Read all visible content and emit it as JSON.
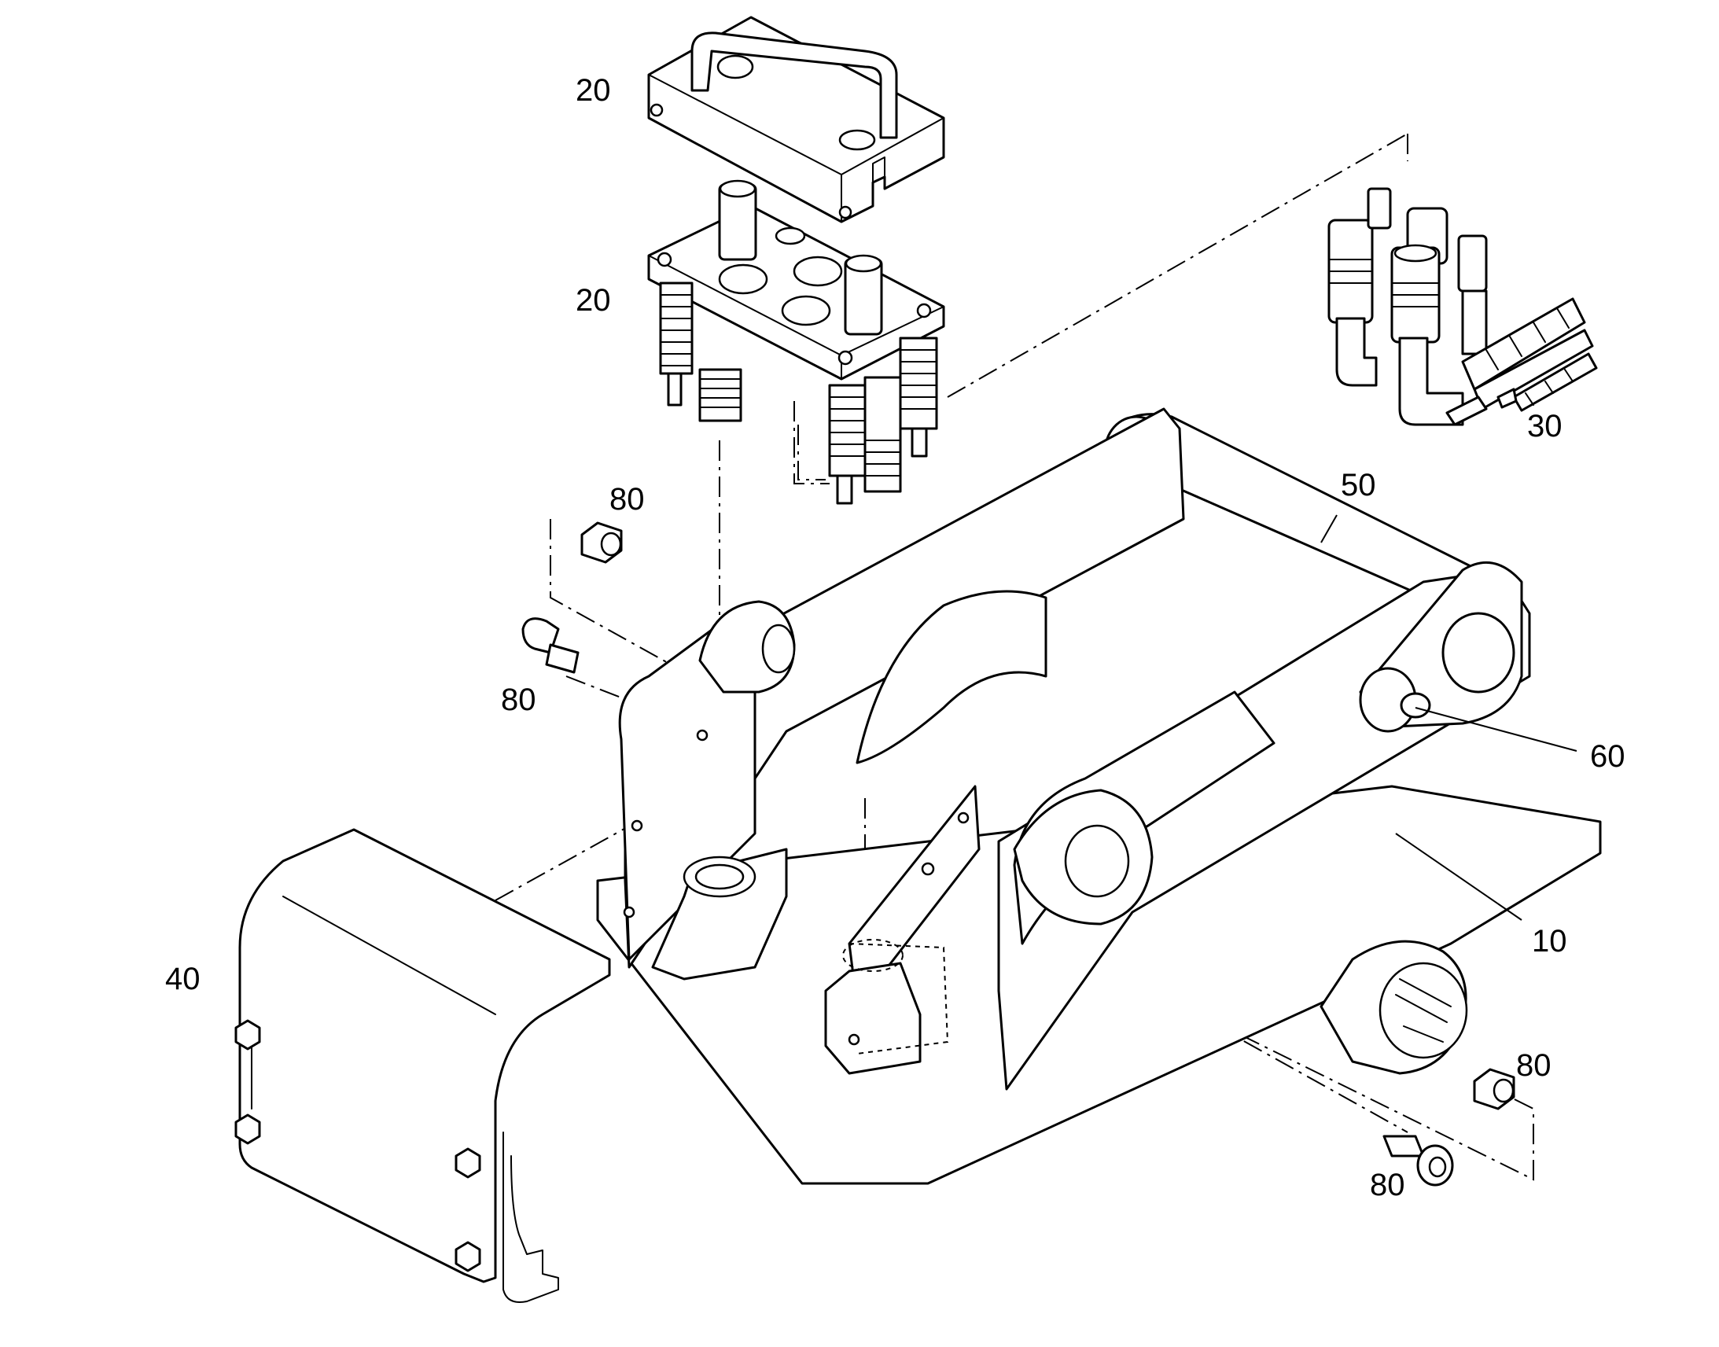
{
  "callouts": {
    "lid": "20",
    "coupling_plate": "20",
    "hose_set": "30",
    "pin": "50",
    "bolt_60": "60",
    "frame": "10",
    "cover": "40",
    "nut_upper": "80",
    "screw_upper": "80",
    "nut_lower": "80",
    "screw_lower": "80"
  },
  "colors": {
    "line": "#000000",
    "background": "#ffffff"
  }
}
